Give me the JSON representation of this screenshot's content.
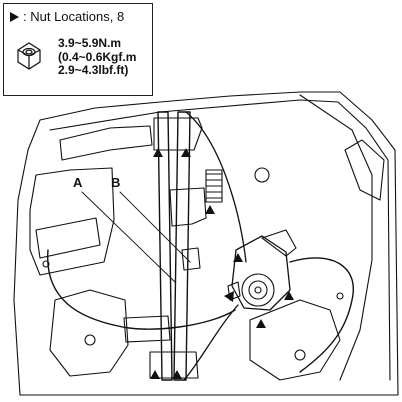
{
  "legend": {
    "nut_label": ": Nut Locations, 8",
    "torque_nm": "3.9~5.9N.m",
    "torque_kgfm": "(0.4~0.6Kgf.m",
    "torque_lbfft": "2.9~4.3lbf.ft)"
  },
  "callouts": {
    "a": "A",
    "b": "B"
  },
  "icons": {
    "legend_marker": "triangle-arrow-icon",
    "nut": "flange-nut-icon",
    "location_marker": "triangle-arrow-icon"
  },
  "colors": {
    "line": "#111111",
    "background": "#ffffff"
  }
}
